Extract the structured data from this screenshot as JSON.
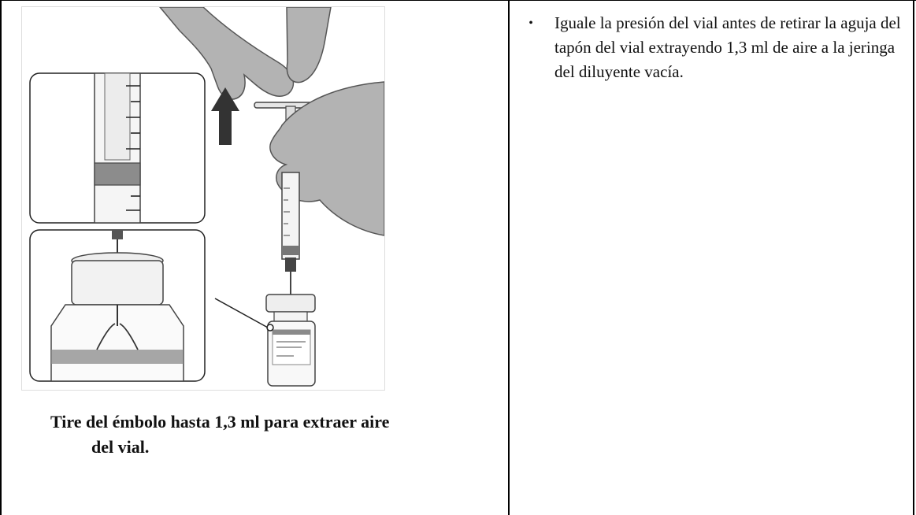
{
  "figure": {
    "icon": "syringe-vial-illustration"
  },
  "caption": {
    "line1": "Tire del émbolo hasta 1,3 ml para extraer aire",
    "line2": "del vial."
  },
  "instructions": {
    "items": [
      {
        "bullet": "•",
        "text": "Iguale la presión del vial antes de retirar la aguja del tapón del vial extrayendo 1,3 ml de aire a la jeringa del diluyente vacía."
      }
    ]
  },
  "colors": {
    "glove": "#b3b3b3",
    "glove_dark": "#7d7d7d",
    "band": "#8a8a8a",
    "frame": "#000000"
  }
}
